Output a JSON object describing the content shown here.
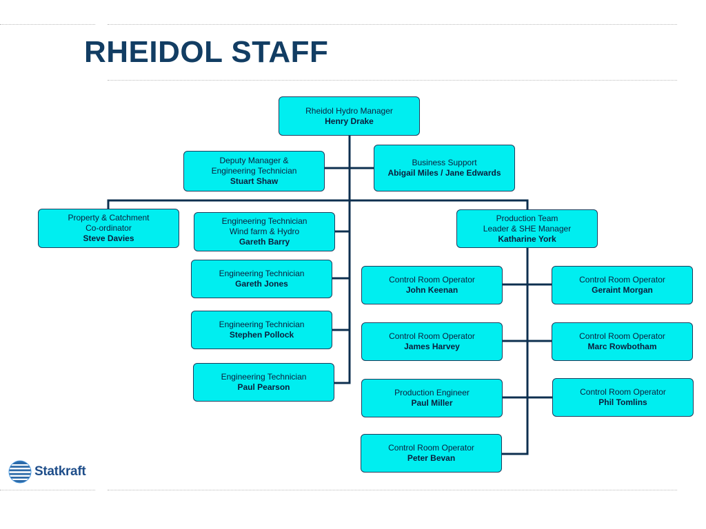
{
  "slide": {
    "title": "RHEIDOL STAFF",
    "logo_text": "Statkraft",
    "colors": {
      "title": "#123d63",
      "box_fill": "#00eef0",
      "box_border": "#1f3a5a",
      "connector": "#0d2f4f",
      "logo": "#1f4e8a"
    }
  },
  "org": {
    "manager": {
      "role": "Rheidol Hydro Manager",
      "name": "Henry Drake"
    },
    "deputy": {
      "role": "Deputy Manager &\nEngineering Technician",
      "name": "Stuart Shaw"
    },
    "business_support": {
      "role": "Business Support",
      "name": "Abigail Miles / Jane Edwards"
    },
    "property": {
      "role": "Property & Catchment\nCo-ordinator",
      "name": "Steve Davies"
    },
    "tech_wind": {
      "role": "Engineering Technician\nWind farm & Hydro",
      "name": "Gareth Barry"
    },
    "tech_jones": {
      "role": "Engineering Technician",
      "name": "Gareth Jones"
    },
    "tech_pollock": {
      "role": "Engineering Technician",
      "name": "Stephen Pollock"
    },
    "tech_pearson": {
      "role": "Engineering Technician",
      "name": "Paul Pearson"
    },
    "production_lead": {
      "role": "Production Team\nLeader & SHE Manager",
      "name": "Katharine York"
    },
    "cro_keenan": {
      "role": "Control Room Operator",
      "name": "John Keenan"
    },
    "cro_harvey": {
      "role": "Control Room Operator",
      "name": "James Harvey"
    },
    "prod_engineer": {
      "role": "Production Engineer",
      "name": "Paul Miller"
    },
    "cro_bevan": {
      "role": "Control Room Operator",
      "name": "Peter Bevan"
    },
    "cro_morgan": {
      "role": "Control Room Operator",
      "name": "Geraint Morgan"
    },
    "cro_rowbotham": {
      "role": "Control Room Operator",
      "name": "Marc Rowbotham"
    },
    "cro_tomlins": {
      "role": "Control Room Operator",
      "name": "Phil Tomlins"
    }
  }
}
